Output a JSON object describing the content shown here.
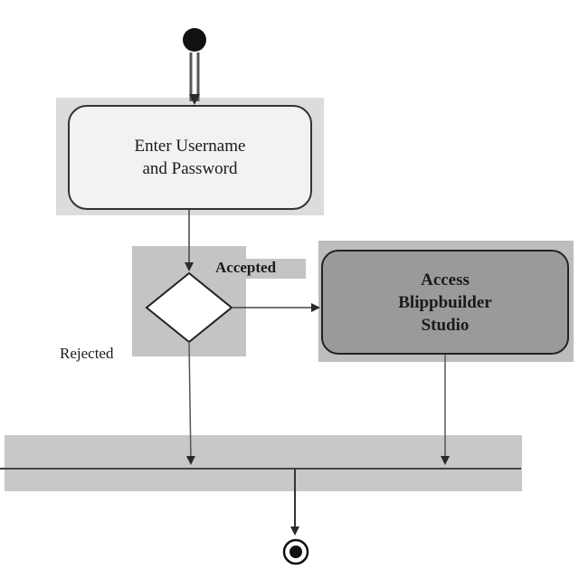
{
  "nodes": {
    "login": {
      "line1": "Enter Username",
      "line2": "and Password"
    },
    "studio": {
      "line1": "Access",
      "line2": "Blippbuilder",
      "line3": "Studio"
    }
  },
  "edges": {
    "accepted": "Accepted",
    "rejected": "Rejected"
  },
  "colors": {
    "highlight": "#c8c8c8",
    "login_fill": "#f2f2f2",
    "studio_fill": "#9a9a9a",
    "line": "#333333"
  }
}
